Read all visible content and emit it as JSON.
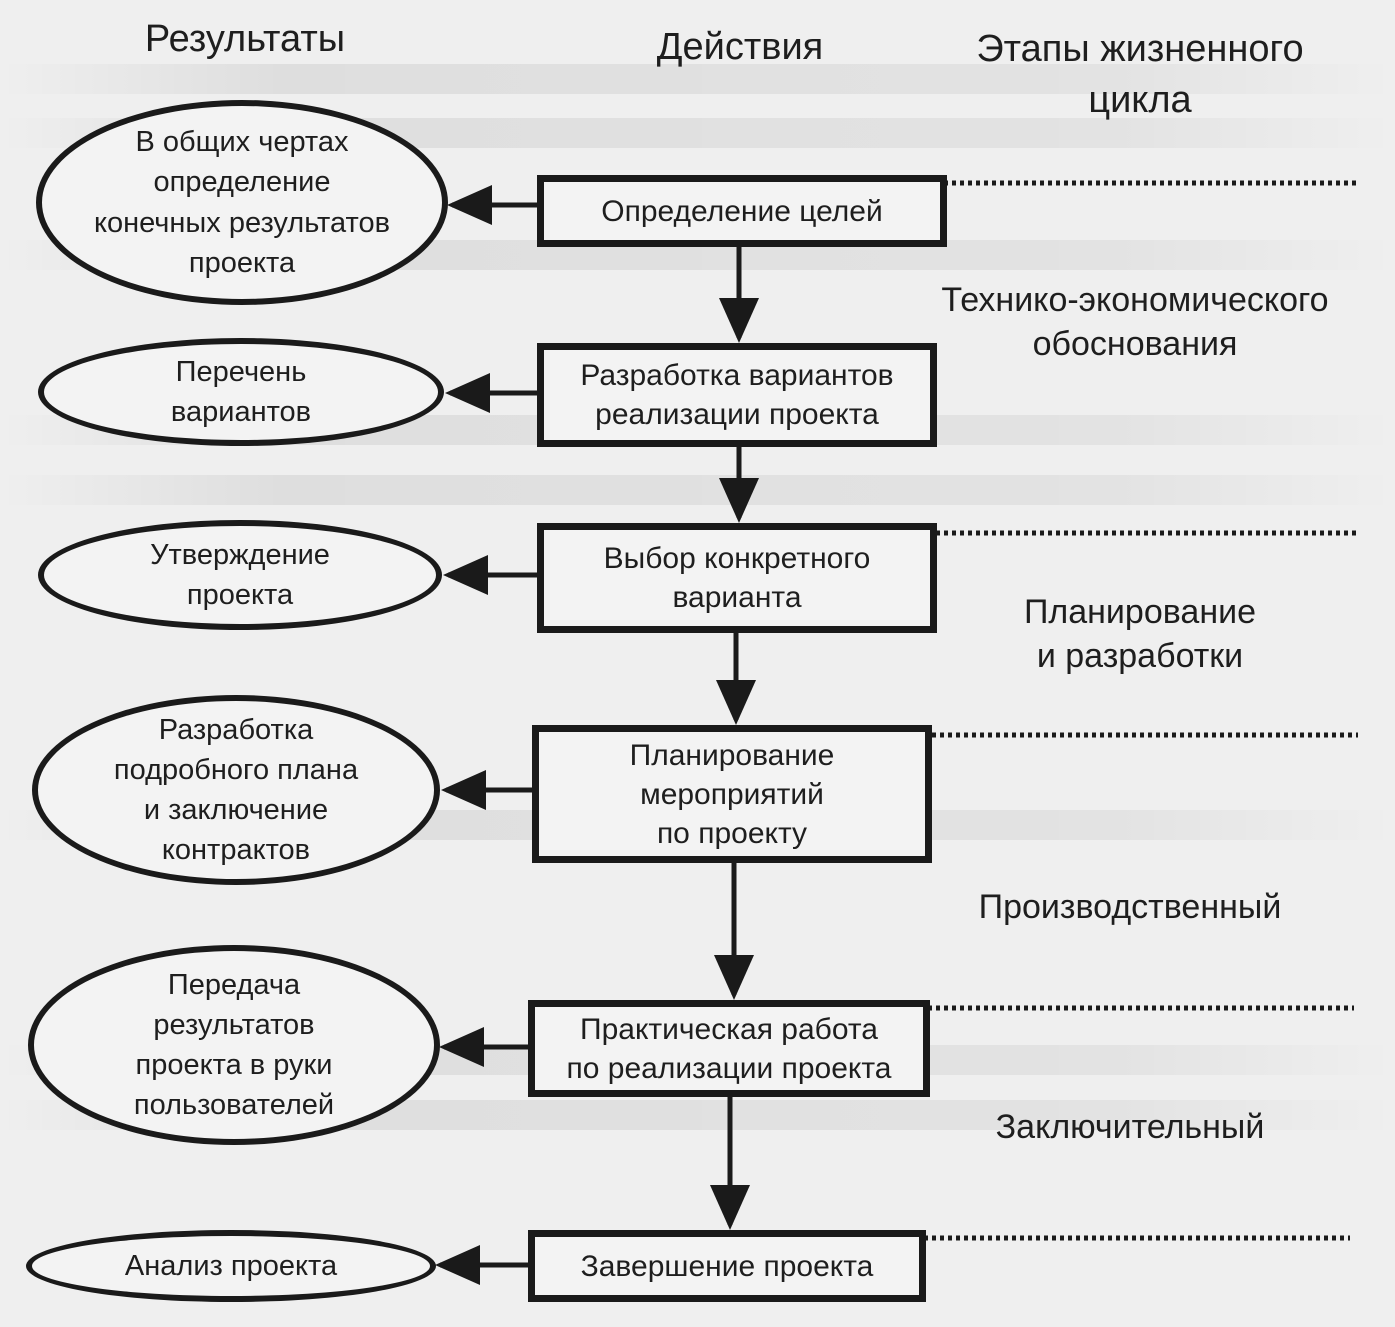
{
  "headers": {
    "results": "Результаты",
    "actions": "Действия",
    "stages": "Этапы жизненного\nцикла"
  },
  "actions": [
    "Определение целей",
    "Разработка вариантов\nреализации проекта",
    "Выбор конкретного\nварианта",
    "Планирование\nмероприятий\nпо проекту",
    "Практическая работа\nпо реализации проекта",
    "Завершение проекта"
  ],
  "results": [
    "В общих чертах\nопределение\nконечных результатов\nпроекта",
    "Перечень\nвариантов",
    "Утверждение\nпроекта",
    "Разработка\nподробного плана\nи заключение\nконтрактов",
    "Передача\nрезультатов\nпроекта в руки\nпользователей",
    "Анализ проекта"
  ],
  "stages": [
    "Технико-экономического\nобоснования",
    "Планирование\nи разработки",
    "Производственный",
    "Заключительный"
  ],
  "colors": {
    "ink": "#1a1a1a",
    "paper": "#efefef"
  }
}
